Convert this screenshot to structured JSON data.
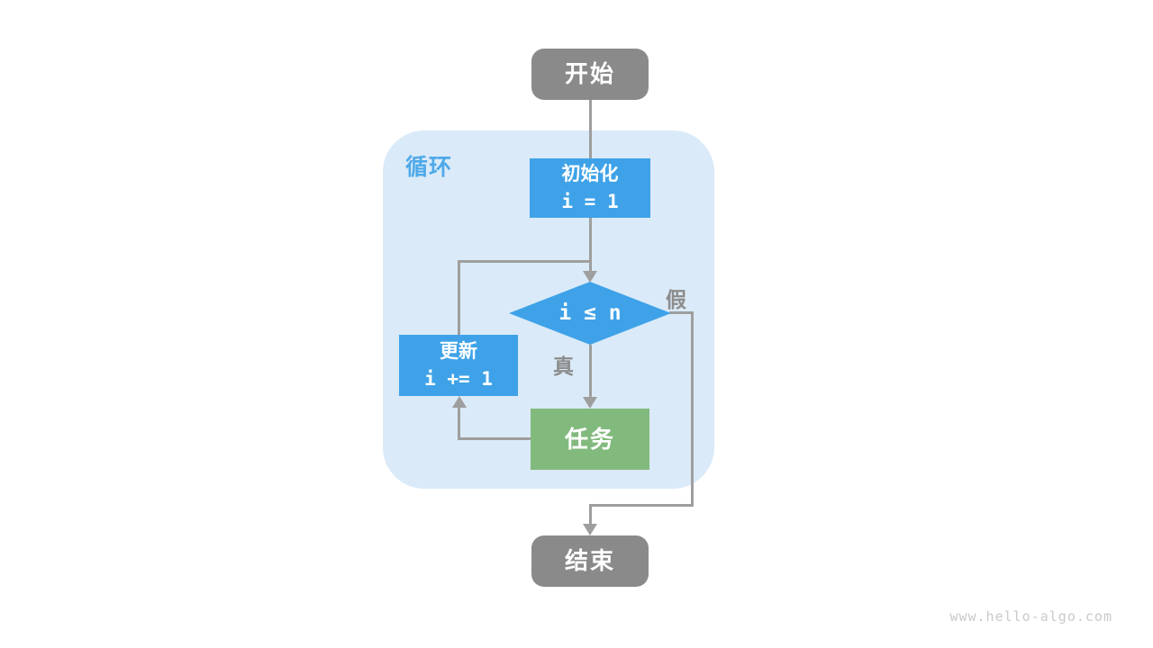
{
  "watermark": "www.hello-algo.com",
  "colors": {
    "node_gray": "#8A8A8A",
    "node_blue": "#3FA2E8",
    "node_green": "#82BA7D",
    "loop_container_fill": "#DAEAF8",
    "loop_label_blue": "#4FA9E9",
    "edge_gray": "#9E9E9E",
    "branch_label_gray": "#8C8C8C",
    "node_text": "#FFFFFF",
    "watermark_gray": "#C9C9C9",
    "page_background": "#FFFFFF"
  },
  "flowchart": {
    "start": {
      "label": "开始"
    },
    "loop": {
      "label": "循环"
    },
    "init": {
      "title": "初始化",
      "code": "i = 1"
    },
    "condition": {
      "code": "i ≤ n"
    },
    "update": {
      "title": "更新",
      "code": "i += 1"
    },
    "task": {
      "label": "任务"
    },
    "end": {
      "label": "结束"
    },
    "branch": {
      "true_label": "真",
      "false_label": "假"
    }
  }
}
